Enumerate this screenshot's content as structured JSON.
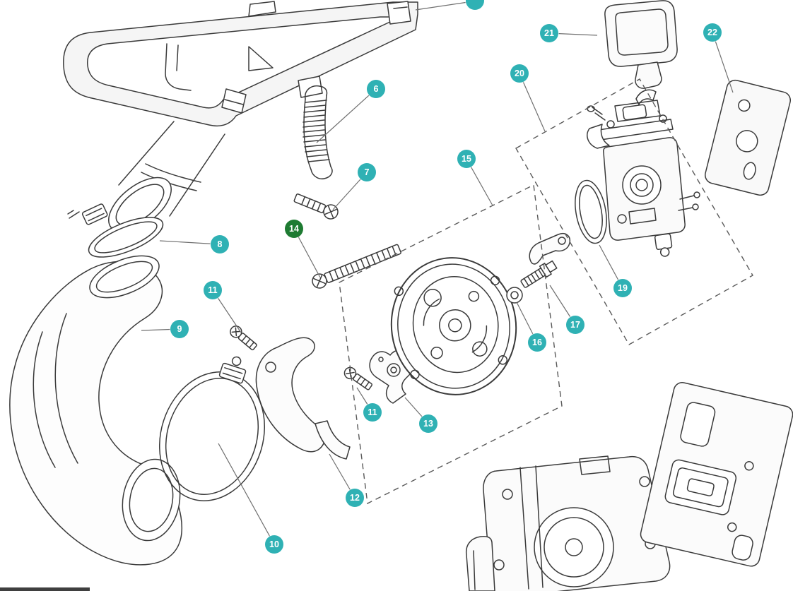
{
  "diagram": {
    "colors": {
      "callout_bg": "#2fb1b4",
      "callout_selected_bg": "#1e7b32",
      "callout_text": "#ffffff",
      "outline": "#3a3a3a",
      "leader_line": "#6f6f6f",
      "dashed_box": "#5a5a5a"
    },
    "callouts": [
      {
        "id": "6",
        "label": "6",
        "selected": false
      },
      {
        "id": "7",
        "label": "7",
        "selected": false
      },
      {
        "id": "8",
        "label": "8",
        "selected": false
      },
      {
        "id": "9",
        "label": "9",
        "selected": false
      },
      {
        "id": "10",
        "label": "10",
        "selected": false
      },
      {
        "id": "11a",
        "label": "11",
        "selected": false
      },
      {
        "id": "11b",
        "label": "11",
        "selected": false
      },
      {
        "id": "12",
        "label": "12",
        "selected": false
      },
      {
        "id": "13",
        "label": "13",
        "selected": false
      },
      {
        "id": "14",
        "label": "14",
        "selected": true
      },
      {
        "id": "15",
        "label": "15",
        "selected": false
      },
      {
        "id": "16",
        "label": "16",
        "selected": false
      },
      {
        "id": "17",
        "label": "17",
        "selected": false
      },
      {
        "id": "19",
        "label": "19",
        "selected": false
      },
      {
        "id": "20",
        "label": "20",
        "selected": false
      },
      {
        "id": "21",
        "label": "21",
        "selected": false
      },
      {
        "id": "22",
        "label": "22",
        "selected": false
      }
    ]
  }
}
